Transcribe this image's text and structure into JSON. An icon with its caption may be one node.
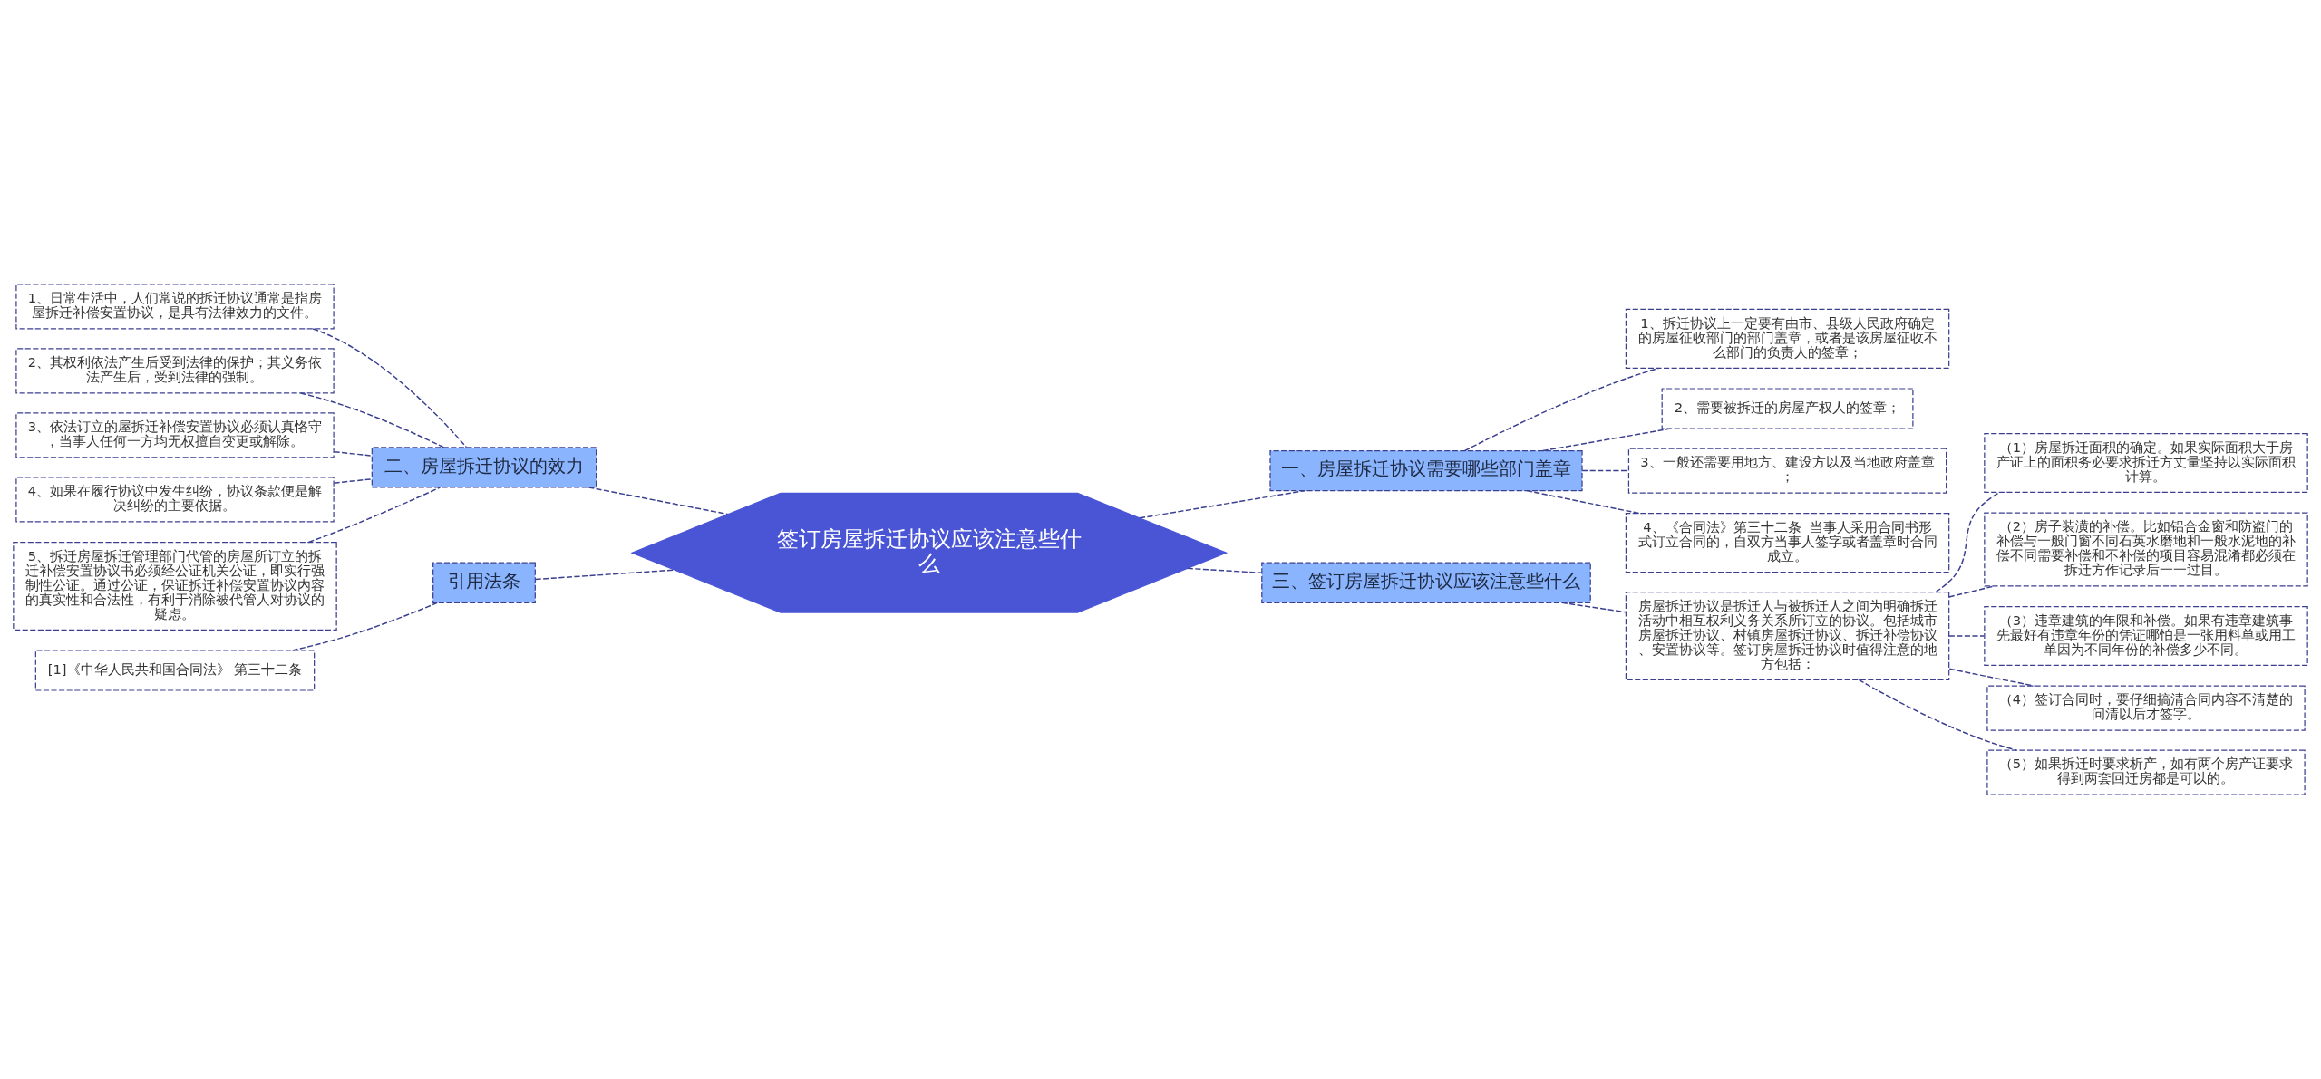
{
  "diagram": {
    "nodes": [
      {
        "text": [
          "签订房屋拆迁协议应该注意些什么"
        ]
      },
      {
        "text": [
          "二、房屋拆迁协议的效力"
        ]
      },
      {
        "text": [
          "1、日常生活中，人们常说的拆迁协议通常是指房屋拆迁补偿安置协议，是具有法律效力的文件。"
        ]
      },
      {
        "text": [
          "2、其权利依法产生后受到法律的保护；其义务依法产生后，受到法律的强制。"
        ]
      },
      {
        "text": [
          "3、依法订立的屋拆迁补偿安置协议必须认真恪守，当事人任何一方均无权擅自变更或解除。"
        ]
      },
      {
        "text": [
          "4、如果在履行协议中发生纠纷，协议条款便是解决纠纷的主要依据。"
        ]
      },
      {
        "text": [
          "5、拆迁房屋拆迁管理部门代管的房屋所订立的拆迁补偿安置协议书必须经公证机关公证，即实行强制性公证。通过公证，保证拆迁补偿安置协议内容的真实性和合法性，有利于消除被代管人对协议的疑虑。"
        ]
      },
      {
        "text": [
          "引用法条"
        ]
      },
      {
        "text": [
          "[1]《中华人民共和国合同法》 第三十二条"
        ]
      },
      {
        "text": [
          "一、房屋拆迁协议需要哪些部门盖章"
        ]
      },
      {
        "text": [
          "1、拆迁协议上一定要有由市、县级人民政府确定的房屋征收部门的部门盖章，或者是该房屋征收不么部门的负责人的签章；"
        ]
      },
      {
        "text": [
          "2、需要被拆迁的房屋产权人的签章；"
        ]
      },
      {
        "text": [
          "3、一般还需要用地方、建设方以及当地政府盖章；"
        ]
      },
      {
        "text": [
          "4、《合同法》第三十二条  当事人采用合同书形式订立合同的，自双方当事人签字或者盖章时合同成立。"
        ]
      },
      {
        "text": [
          "三、签订房屋拆迁协议应该注意些什么"
        ]
      },
      {
        "text": [
          "房屋拆迁协议是拆迁人与被拆迁人之间为明确拆迁活动中相互权利义务关系所订立的协议。包括城市房屋拆迁协议、村镇房屋拆迁协议、拆迁补偿协议、安置协议等。签订房屋拆迁协议时值得注意的地方包括："
        ]
      },
      {
        "text": [
          "（1）房屋拆迁面积的确定。如果实际面积大于房产证上的面积务必要求拆迁方丈量坚持以实际面积计算。"
        ]
      },
      {
        "text": [
          "（2）房子装潢的补偿。比如铝合金窗和防盗门的补偿与一般门窗不同石英水磨地和一般水泥地的补偿不同需要补偿和不补偿的项目容易混淆都必须在拆迁方作记录后一一过目。"
        ]
      },
      {
        "text": [
          "（3）违章建筑的年限和补偿。如果有违章建筑事先最好有违章年份的凭证哪怕是一张用料单或用工单因为不同年份的补偿多少不同。"
        ]
      },
      {
        "text": [
          "（4）签订合同时，要仔细搞清合同内容不清楚的问清以后才签字。"
        ]
      },
      {
        "text": [
          "（5）如果拆迁时要求析产，如有两个房产证要求得到两套回迁房都是可以的。"
        ]
      }
    ],
    "edges": [
      {
        "from": 0,
        "to": 1,
        "arrow": "none"
      },
      {
        "from": 1,
        "to": 2,
        "arrow": "none"
      },
      {
        "from": 1,
        "to": 3,
        "arrow": "none"
      },
      {
        "from": 1,
        "to": 4,
        "arrow": "none"
      },
      {
        "from": 1,
        "to": 5,
        "arrow": "none"
      },
      {
        "from": 1,
        "to": 6,
        "arrow": "none"
      },
      {
        "from": 0,
        "to": 7,
        "arrow": "none"
      },
      {
        "from": 7,
        "to": 8,
        "arrow": "none"
      },
      {
        "from": 0,
        "to": 9,
        "arrow": "none"
      },
      {
        "from": 9,
        "to": 10,
        "arrow": "none"
      },
      {
        "from": 9,
        "to": 11,
        "arrow": "none"
      },
      {
        "from": 9,
        "to": 12,
        "arrow": "none"
      },
      {
        "from": 9,
        "to": 13,
        "arrow": "none"
      },
      {
        "from": 0,
        "to": 14,
        "arrow": "none"
      },
      {
        "from": 14,
        "to": 15,
        "arrow": "none"
      },
      {
        "from": 15,
        "to": 16,
        "arrow": "none"
      },
      {
        "from": 15,
        "to": 17,
        "arrow": "none"
      },
      {
        "from": 15,
        "to": 18,
        "arrow": "none"
      },
      {
        "from": 15,
        "to": 19,
        "arrow": "none"
      },
      {
        "from": 15,
        "to": 20,
        "arrow": "none"
      }
    ]
  }
}
